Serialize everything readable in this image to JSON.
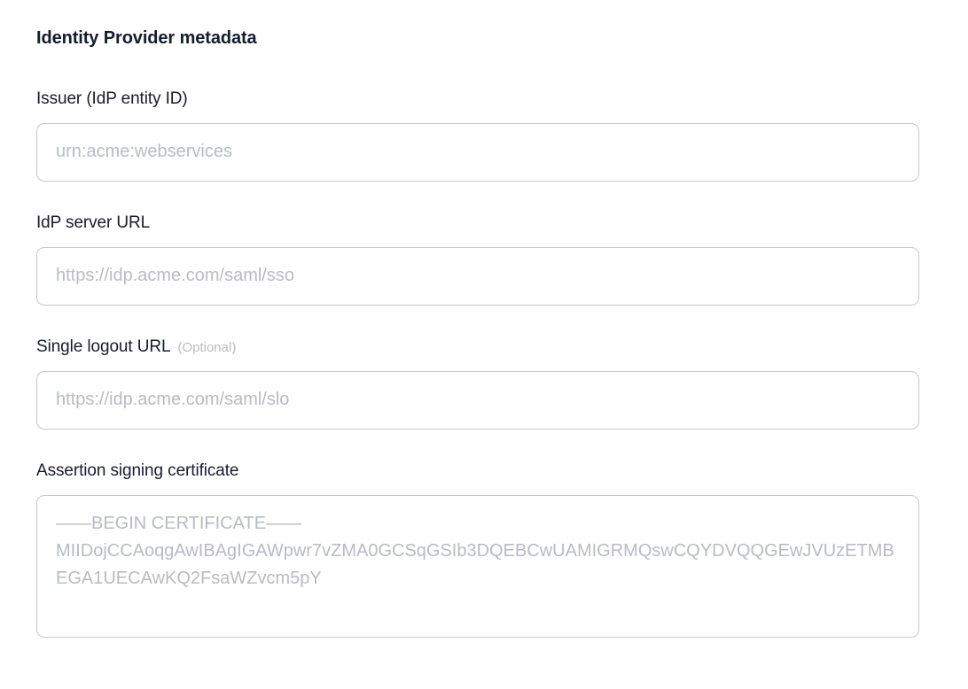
{
  "section": {
    "title": "Identity Provider metadata"
  },
  "fields": {
    "issuer": {
      "label": "Issuer (IdP entity ID)",
      "placeholder": "urn:acme:webservices",
      "value": ""
    },
    "server_url": {
      "label": "IdP server URL",
      "placeholder": "https://idp.acme.com/saml/sso",
      "value": ""
    },
    "logout_url": {
      "label": "Single logout URL",
      "optional_tag": "(Optional)",
      "placeholder": "https://idp.acme.com/saml/slo",
      "value": ""
    },
    "certificate": {
      "label": "Assertion signing certificate",
      "placeholder": "——BEGIN CERTIFICATE——\nMIIDojCCAoqgAwIBAgIGAWpwr7vZMA0GCSqGSIb3DQEBCwUAMIGRMQswCQYDVQQGEwJVUzETMBEGA1UECAwKQ2FsaWZvcm5pY",
      "value": ""
    }
  },
  "colors": {
    "text_primary": "#151c30",
    "placeholder": "#b6bcc6",
    "border": "#c3c8d0",
    "background": "#ffffff"
  }
}
